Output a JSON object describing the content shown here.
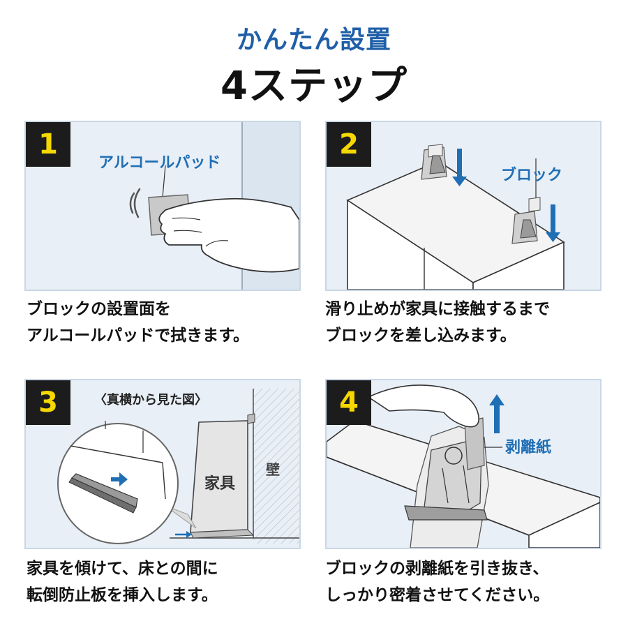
{
  "header": {
    "subtitle": "かんたん設置",
    "title": "4ステップ"
  },
  "steps": [
    {
      "number": "1",
      "callout": "アルコールパッド",
      "caption": [
        "ブロックの設置面を",
        "アルコールパッドで拭きます。"
      ]
    },
    {
      "number": "2",
      "callout": "ブロック",
      "caption": [
        "滑り止めが家具に接触するまで",
        "ブロックを差し込みます。"
      ]
    },
    {
      "number": "3",
      "view_label": "〈真横から見た図〉",
      "furniture_label": "家具",
      "wall_label": "壁",
      "caption": [
        "家具を傾けて、床との間に",
        "転倒防止板を挿入します。"
      ]
    },
    {
      "number": "4",
      "callout": "剥離紙",
      "caption": [
        "ブロックの剥離紙を引き抜き、",
        "しっかり密着させてください。"
      ]
    }
  ],
  "colors": {
    "accent_blue": "#1f6fb5",
    "number_badge_bg": "#1c1c1c",
    "number_badge_text": "#f5d800",
    "panel_bg": "#e9eff6"
  }
}
